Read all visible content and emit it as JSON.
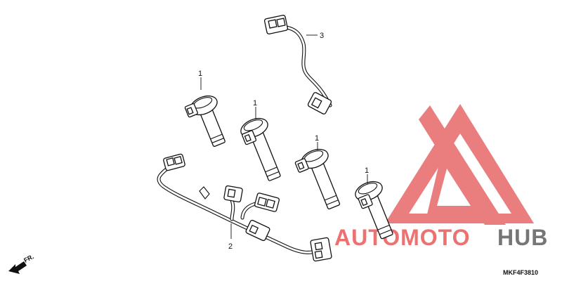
{
  "diagram": {
    "callouts": {
      "coil_a": "1",
      "coil_b": "1",
      "coil_c": "1",
      "coil_d": "1",
      "harness": "2",
      "lead_wire": "3"
    },
    "direction_label": "FR.",
    "part_code": "MKF4F3810"
  },
  "watermark": {
    "text_left": "AUTOMOTO",
    "text_right": "HUB",
    "colors": {
      "logo_red": "#e03a3a",
      "text_red": "#e85050",
      "text_gray": "#555555"
    }
  }
}
